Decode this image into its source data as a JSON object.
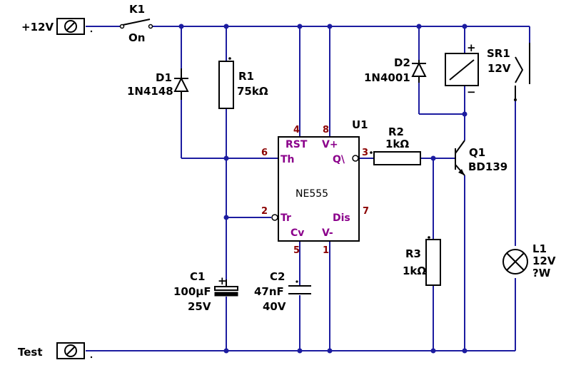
{
  "terminals": {
    "supply": "+12V",
    "test": "Test"
  },
  "k1": {
    "ref": "K1",
    "state": "On"
  },
  "d1": {
    "ref": "D1",
    "part": "1N4148"
  },
  "r1": {
    "ref": "R1",
    "value": "75kΩ"
  },
  "u1": {
    "ref": "U1",
    "part": "NE555",
    "pins": {
      "rst": {
        "num": "4",
        "name": "RST"
      },
      "vplus": {
        "num": "8",
        "name": "V+"
      },
      "th": {
        "num": "6",
        "name": "Th"
      },
      "q": {
        "num": "3",
        "name": "Q\\"
      },
      "tr": {
        "num": "2",
        "name": "Tr"
      },
      "dis": {
        "num": "7",
        "name": "Dis"
      },
      "cv": {
        "num": "5",
        "name": "Cv"
      },
      "vminus": {
        "num": "1",
        "name": "V-"
      }
    }
  },
  "d2": {
    "ref": "D2",
    "part": "1N4001"
  },
  "relay": {
    "plus": "+",
    "minus": "−"
  },
  "sr1": {
    "ref": "SR1",
    "voltage": "12V"
  },
  "r2": {
    "ref": "R2",
    "value": "1kΩ"
  },
  "q1": {
    "ref": "Q1",
    "part": "BD139"
  },
  "r3": {
    "ref": "R3",
    "value": "1kΩ"
  },
  "c1": {
    "ref": "C1",
    "value": "100µF",
    "voltage": "25V"
  },
  "c2": {
    "ref": "C2",
    "value": "47nF",
    "voltage": "40V"
  },
  "l1": {
    "ref": "L1",
    "voltage": "12V",
    "power": "?W"
  },
  "colors": {
    "wire": "#1c1ca0",
    "component": "#000000",
    "pin_number": "#8b0000",
    "pin_name": "#8b008b"
  }
}
